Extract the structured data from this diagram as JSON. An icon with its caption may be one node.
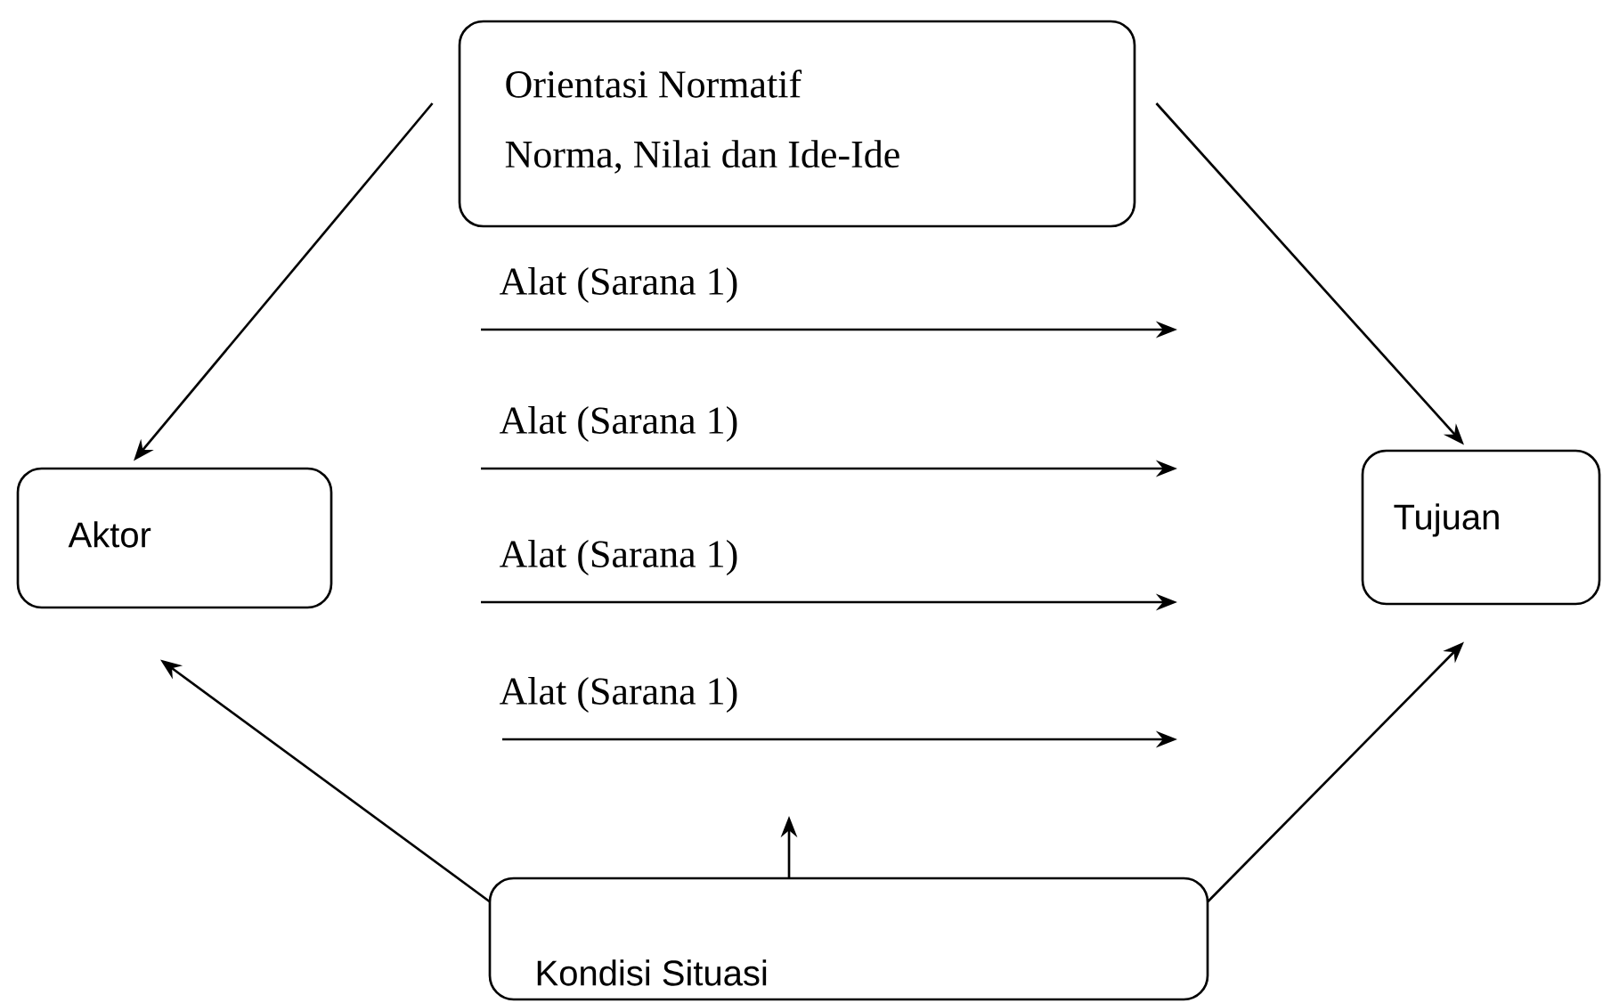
{
  "diagram": {
    "nodes": [
      {
        "text": [
          "Orientasi Normatif",
          "Norma, Nilai dan Ide-Ide"
        ]
      },
      {
        "text": [
          "Aktor"
        ]
      },
      {
        "text": [
          "Tujuan"
        ]
      },
      {
        "text": [
          "Kondisi Situasi"
        ]
      }
    ],
    "edges": [
      {
        "from": 0,
        "to": 1,
        "arrow": "to"
      },
      {
        "from": 0,
        "to": 2,
        "arrow": "to"
      },
      {
        "from": 3,
        "to": 1,
        "arrow": "to"
      },
      {
        "from": 3,
        "to": 2,
        "arrow": "to"
      },
      {
        "from": 3,
        "to": null,
        "arrow": "to"
      }
    ],
    "labels": [
      "Alat (Sarana 1)",
      "Alat (Sarana 1)",
      "Alat (Sarana 1)",
      "Alat (Sarana 1)"
    ]
  }
}
